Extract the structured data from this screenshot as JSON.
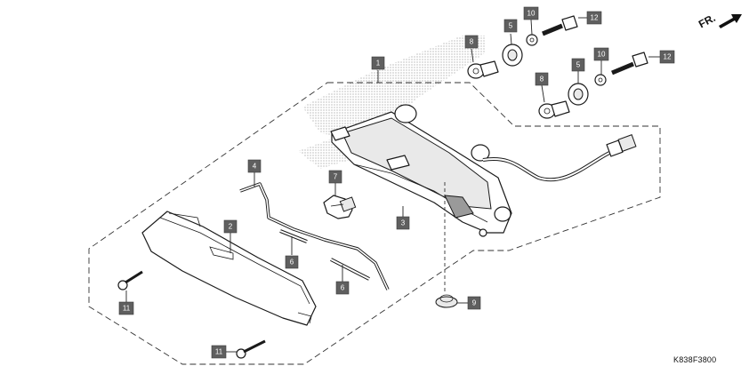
{
  "direction_label": "FR.",
  "drawing_code": "K838F3800",
  "icons": {
    "direction_arrow": "right-up-arrow-icon"
  },
  "colors": {
    "callout_fill": "#5f5f5f",
    "callout_text": "#ffffff",
    "line": "#1a1a1a",
    "shading": "#c8c8c8"
  },
  "callouts": {
    "c1": "1",
    "c2": "2",
    "c3": "3",
    "c4": "4",
    "c5a": "5",
    "c5b": "5",
    "c6a": "6",
    "c6b": "6",
    "c7": "7",
    "c8a": "8",
    "c8b": "8",
    "c9": "9",
    "c10a": "10",
    "c10b": "10",
    "c11a": "11",
    "c11b": "11",
    "c12a": "12",
    "c12b": "12"
  }
}
